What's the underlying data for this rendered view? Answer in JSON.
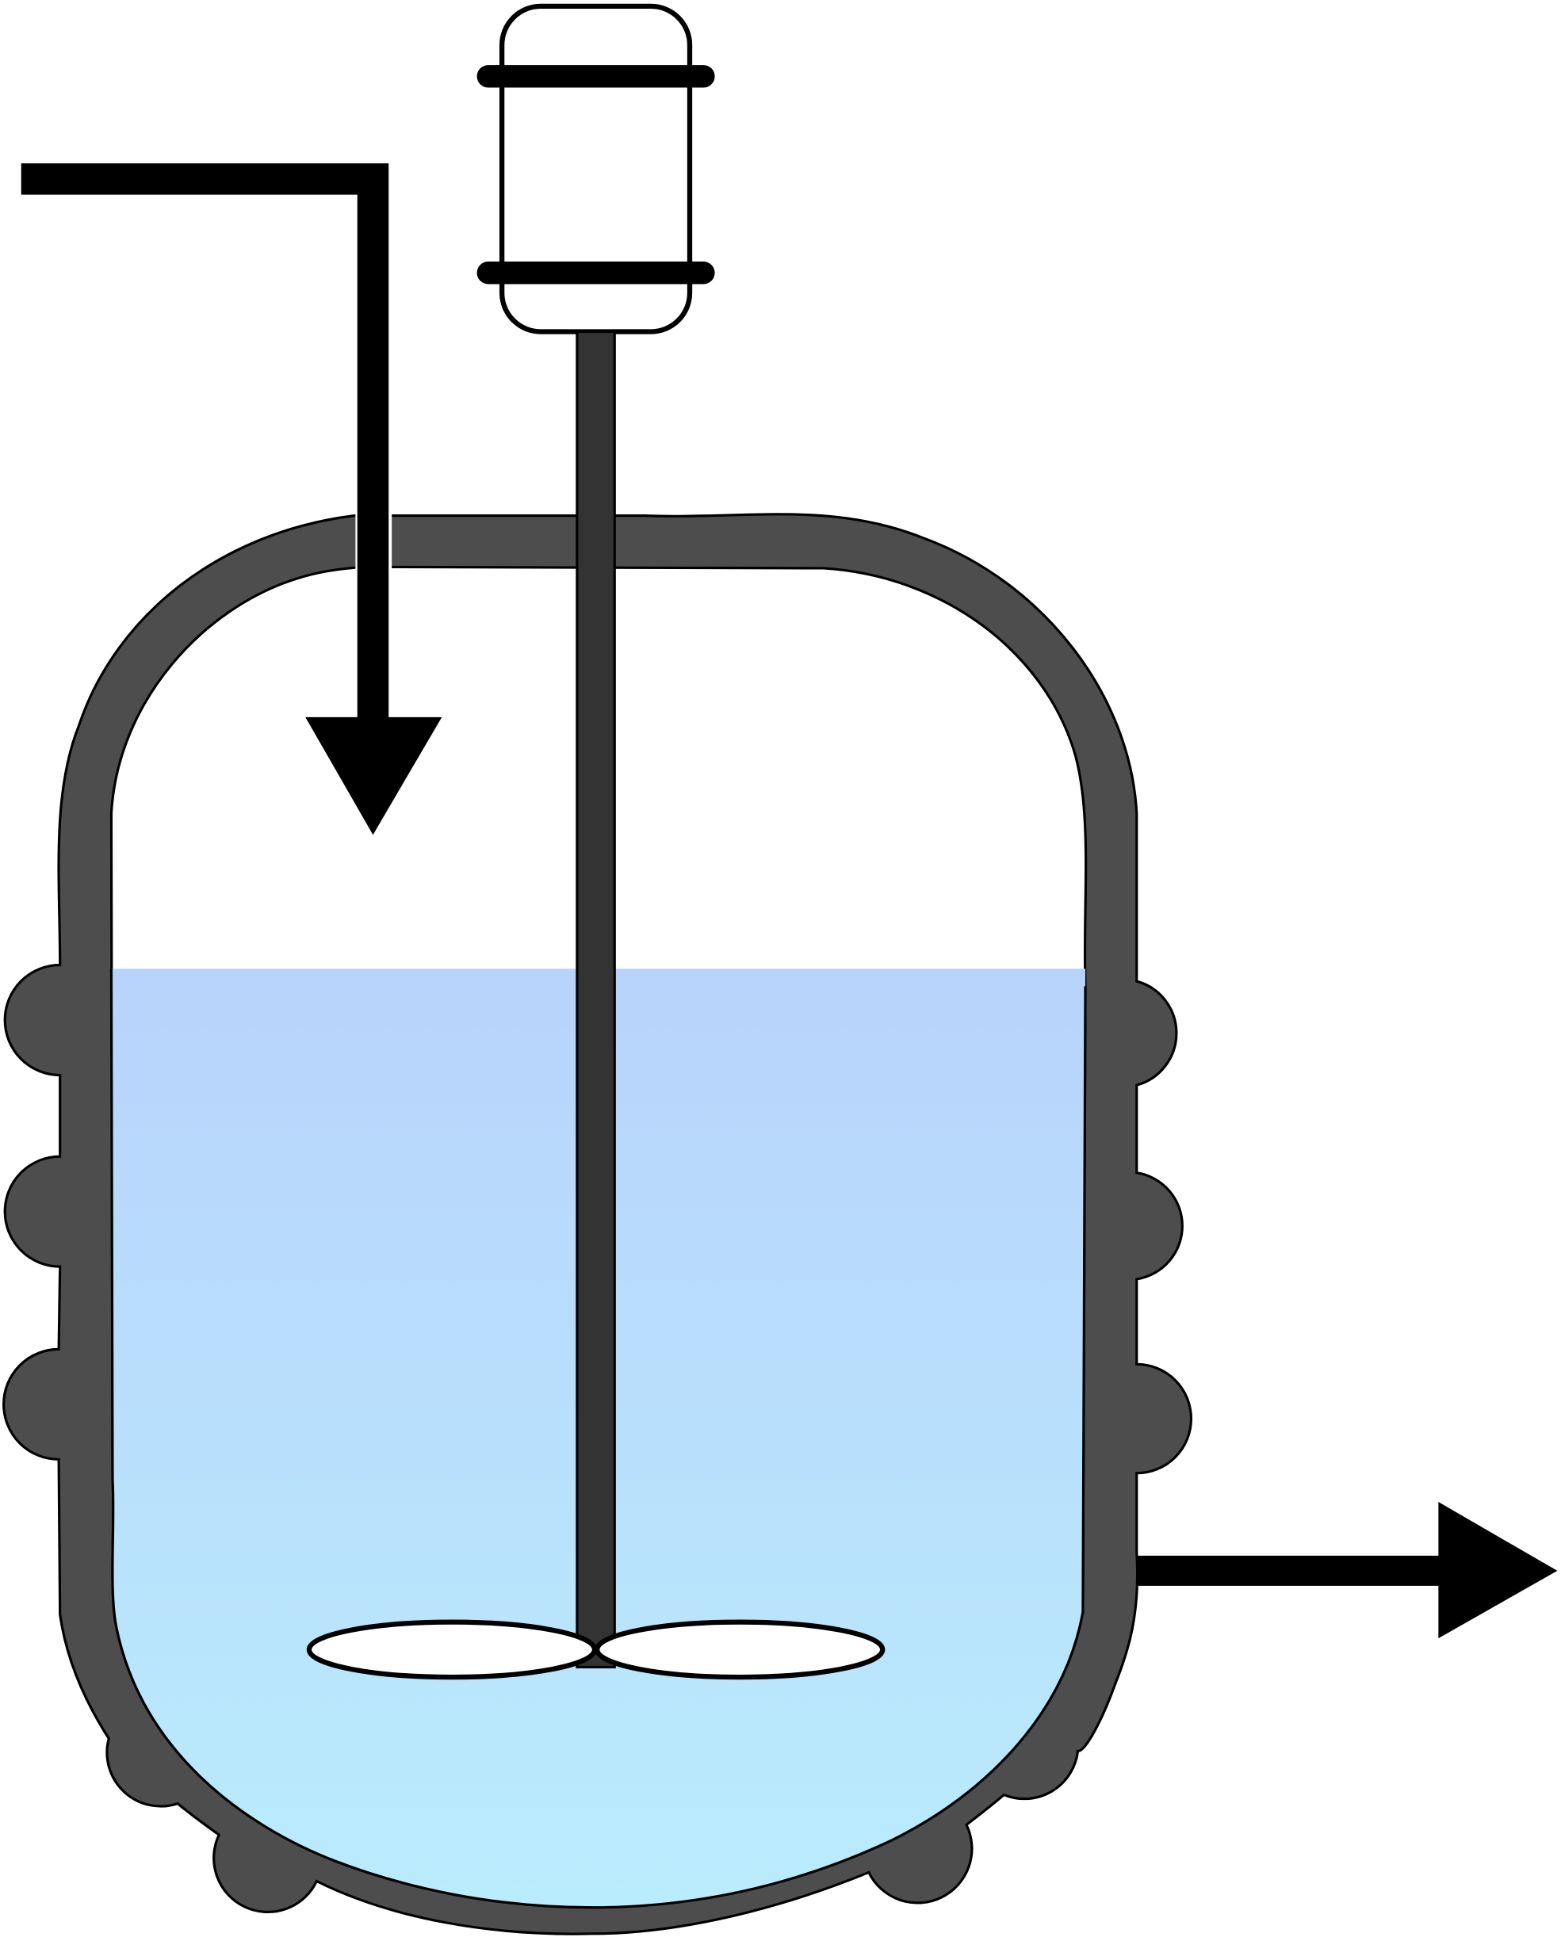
{
  "diagram": {
    "kind": "stirred-tank-reactor",
    "components": [
      {
        "id": "motor",
        "icon": "motor-icon"
      },
      {
        "id": "agitator-shaft",
        "icon": "shaft-icon"
      },
      {
        "id": "impeller",
        "icon": "impeller-icon",
        "blades": 2
      },
      {
        "id": "vessel",
        "icon": "tank-icon"
      },
      {
        "id": "cooling-jacket",
        "icon": "jacket-icon",
        "coil_bumps": 10
      },
      {
        "id": "inlet-feed",
        "icon": "arrow-down-icon"
      },
      {
        "id": "outlet-product",
        "icon": "arrow-right-icon"
      }
    ],
    "liquid_fill_fraction": 0.64,
    "colors": {
      "vessel_wall": "#4d4d4d",
      "shaft": "#333333",
      "outline": "#000000",
      "liquid_top": "#b8d3fb",
      "liquid_bottom": "#b9ecfd",
      "motor_fill": "#ffffff",
      "arrow": "#000000"
    }
  }
}
